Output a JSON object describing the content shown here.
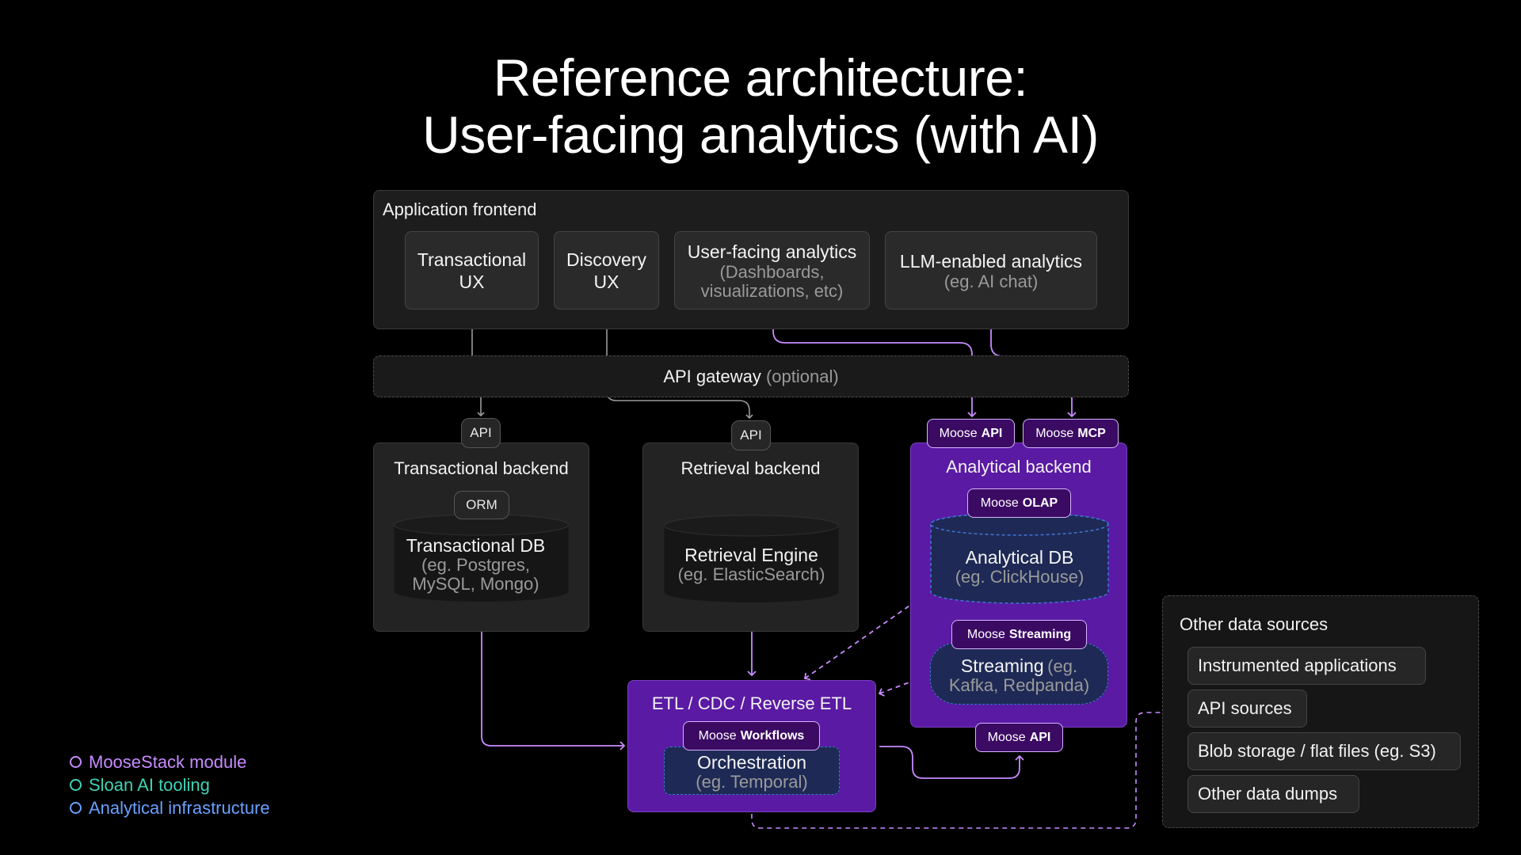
{
  "title": {
    "line1": "Reference architecture:",
    "line2": "User-facing analytics (with AI)"
  },
  "frontend": {
    "label": "Application frontend",
    "cards": [
      {
        "line1": "Transactional",
        "line2": "UX"
      },
      {
        "line1": "Discovery",
        "line2": "UX"
      },
      {
        "line1": "User-facing analytics",
        "line2": "(Dashboards,",
        "line3": "visualizations, etc)"
      },
      {
        "line1": "LLM-enabled analytics",
        "line2": "(eg. AI chat)"
      }
    ]
  },
  "gateway": {
    "label": "API gateway",
    "optional": "(optional)"
  },
  "transactional": {
    "label": "Transactional backend",
    "api": "API",
    "orm": "ORM",
    "db": {
      "line1": "Transactional DB",
      "line2": "(eg. Postgres,",
      "line3": "MySQL, Mongo)"
    }
  },
  "retrieval": {
    "label": "Retrieval backend",
    "api": "API",
    "engine": {
      "line1": "Retrieval Engine",
      "line2": "(eg. ElasticSearch)"
    }
  },
  "analytical": {
    "label": "Analytical backend",
    "moose_api": {
      "prefix": "Moose",
      "name": "API"
    },
    "moose_mcp": {
      "prefix": "Moose",
      "name": "MCP"
    },
    "moose_olap": {
      "prefix": "Moose",
      "name": "OLAP"
    },
    "db": {
      "line1": "Analytical DB",
      "line2": "(eg. ClickHouse)"
    },
    "moose_streaming": {
      "prefix": "Moose",
      "name": "Streaming"
    },
    "streaming": {
      "name": "Streaming",
      "eg": "(eg.",
      "line2": "Kafka, Redpanda)"
    },
    "moose_api_bottom": {
      "prefix": "Moose",
      "name": "API"
    }
  },
  "etl": {
    "label": "ETL / CDC / Reverse ETL",
    "moose_workflows": {
      "prefix": "Moose",
      "name": "Workflows"
    },
    "orch": {
      "line1": "Orchestration",
      "line2": "(eg. Temporal)"
    }
  },
  "other_sources": {
    "label": "Other data sources",
    "items": [
      "Instrumented applications",
      "API sources",
      "Blob storage / flat files (eg. S3)",
      "Other data dumps"
    ]
  },
  "legend": [
    {
      "label": "MooseStack module",
      "color": "#c88bff"
    },
    {
      "label": "Sloan AI tooling",
      "color": "#3ed3b5"
    },
    {
      "label": "Analytical infrastructure",
      "color": "#6aa0ff"
    }
  ],
  "colors": {
    "moose": "#c88bff",
    "grey_arrow": "#9a9a9a",
    "analytical_fill": "#5a1aa3"
  }
}
